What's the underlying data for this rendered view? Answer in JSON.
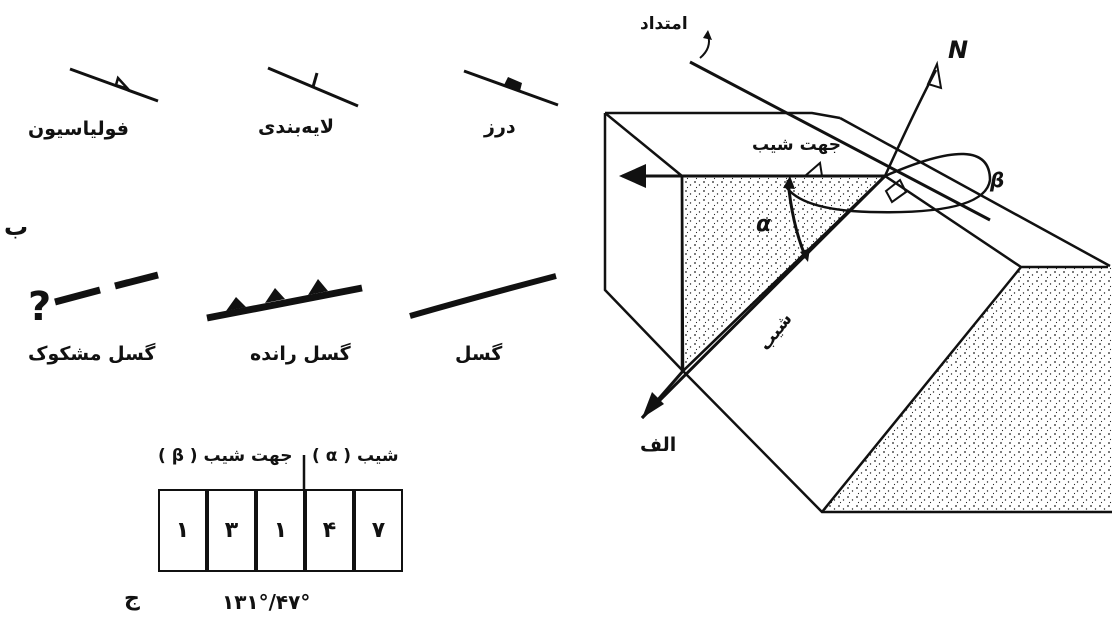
{
  "symbols": {
    "foliation": "فولیاسیون",
    "bedding": "لایه‌بندی",
    "joint": "درز",
    "fault": "گسل",
    "thrust_fault": "گسل رانده",
    "inferred_fault": "گسل مشکوک",
    "inferred_mark": "?"
  },
  "panel_labels": {
    "a": "الف",
    "b": "ب",
    "c": "ج"
  },
  "block_diagram": {
    "strike": "امتداد",
    "dip_direction": "جهت شیب",
    "dip": "شیب",
    "north": "N",
    "alpha": "α",
    "beta": "β"
  },
  "notation": {
    "dip_direction_label": "جهت شیب ( β )",
    "dip_label": "شیب ( α )",
    "digits": [
      "۱",
      "۳",
      "۱",
      "۴",
      "۷"
    ],
    "formatted": "۱۳۱°/۴۷°"
  }
}
